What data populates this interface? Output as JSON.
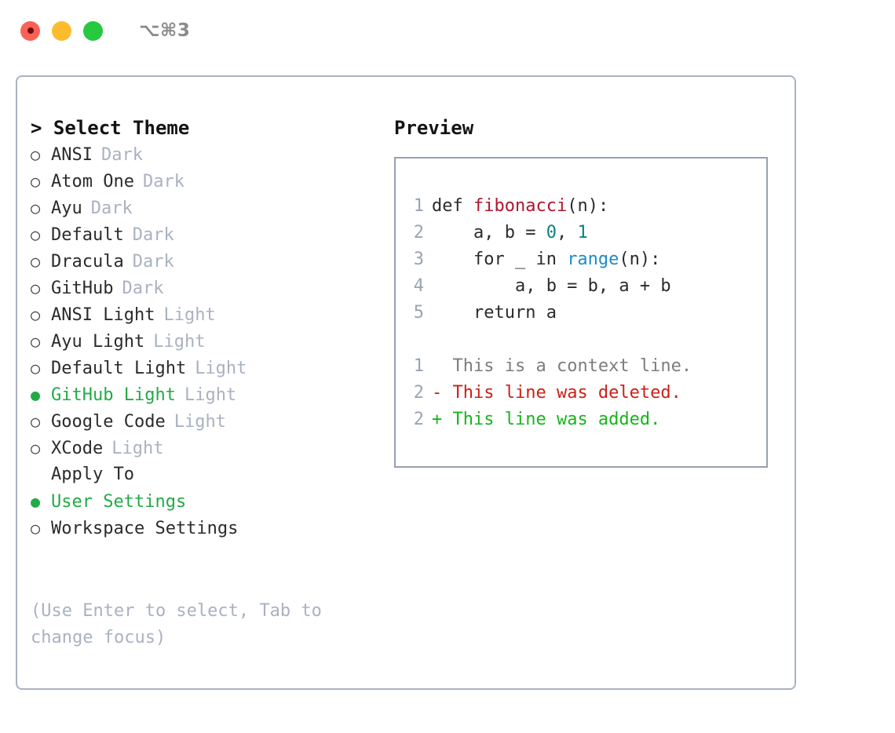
{
  "window": {
    "title": "⌥⌘3",
    "traffic_lights": [
      "close",
      "minimize",
      "maximize"
    ],
    "colors": {
      "close": "#fa6158",
      "minimize": "#fdbc2e",
      "maximize": "#27c93f",
      "panel_border": "#aab2c0",
      "preview_border": "#96a0b0",
      "accent_selected": "#22ab45",
      "tag_muted": "#a9b2c1"
    }
  },
  "theme_section": {
    "header": "> Select Theme",
    "options": [
      {
        "bullet": "○",
        "name": "ANSI",
        "tag": "Dark",
        "selected": false
      },
      {
        "bullet": "○",
        "name": "Atom One",
        "tag": "Dark",
        "selected": false
      },
      {
        "bullet": "○",
        "name": "Ayu",
        "tag": "Dark",
        "selected": false
      },
      {
        "bullet": "○",
        "name": "Default",
        "tag": "Dark",
        "selected": false
      },
      {
        "bullet": "○",
        "name": "Dracula",
        "tag": "Dark",
        "selected": false
      },
      {
        "bullet": "○",
        "name": "GitHub",
        "tag": "Dark",
        "selected": false
      },
      {
        "bullet": "○",
        "name": "ANSI Light",
        "tag": "Light",
        "selected": false
      },
      {
        "bullet": "○",
        "name": "Ayu Light",
        "tag": "Light",
        "selected": false
      },
      {
        "bullet": "○",
        "name": "Default Light",
        "tag": "Light",
        "selected": false
      },
      {
        "bullet": "●",
        "name": "GitHub Light",
        "tag": "Light",
        "selected": true
      },
      {
        "bullet": "○",
        "name": "Google Code",
        "tag": "Light",
        "selected": false
      },
      {
        "bullet": "○",
        "name": "XCode",
        "tag": "Light",
        "selected": false
      }
    ]
  },
  "apply_section": {
    "header": "Apply To",
    "options": [
      {
        "bullet": "●",
        "name": "User Settings",
        "selected": true
      },
      {
        "bullet": "○",
        "name": "Workspace Settings",
        "selected": false
      }
    ]
  },
  "hint": "(Use Enter to select, Tab to change focus)",
  "preview": {
    "title": "Preview",
    "code_lines": [
      {
        "no": "1",
        "tokens": [
          {
            "t": "def ",
            "c": "plain"
          },
          {
            "t": "fibonacci",
            "c": "fn"
          },
          {
            "t": "(n):",
            "c": "plain"
          }
        ]
      },
      {
        "no": "2",
        "tokens": [
          {
            "t": "    a, b = ",
            "c": "plain"
          },
          {
            "t": "0",
            "c": "num"
          },
          {
            "t": ", ",
            "c": "plain"
          },
          {
            "t": "1",
            "c": "num"
          }
        ]
      },
      {
        "no": "3",
        "tokens": [
          {
            "t": "    for _ in ",
            "c": "plain"
          },
          {
            "t": "range",
            "c": "call"
          },
          {
            "t": "(n):",
            "c": "plain"
          }
        ]
      },
      {
        "no": "4",
        "tokens": [
          {
            "t": "        a, b = b, a + b",
            "c": "plain"
          }
        ]
      },
      {
        "no": "5",
        "tokens": [
          {
            "t": "    return a",
            "c": "plain"
          }
        ]
      }
    ],
    "diff_lines": [
      {
        "no": "1",
        "marker": "  ",
        "text": "This is a context line.",
        "kind": "ctx"
      },
      {
        "no": "2",
        "marker": "- ",
        "text": "This line was deleted.",
        "kind": "del"
      },
      {
        "no": "2",
        "marker": "+ ",
        "text": "This line was added.",
        "kind": "add"
      }
    ]
  }
}
